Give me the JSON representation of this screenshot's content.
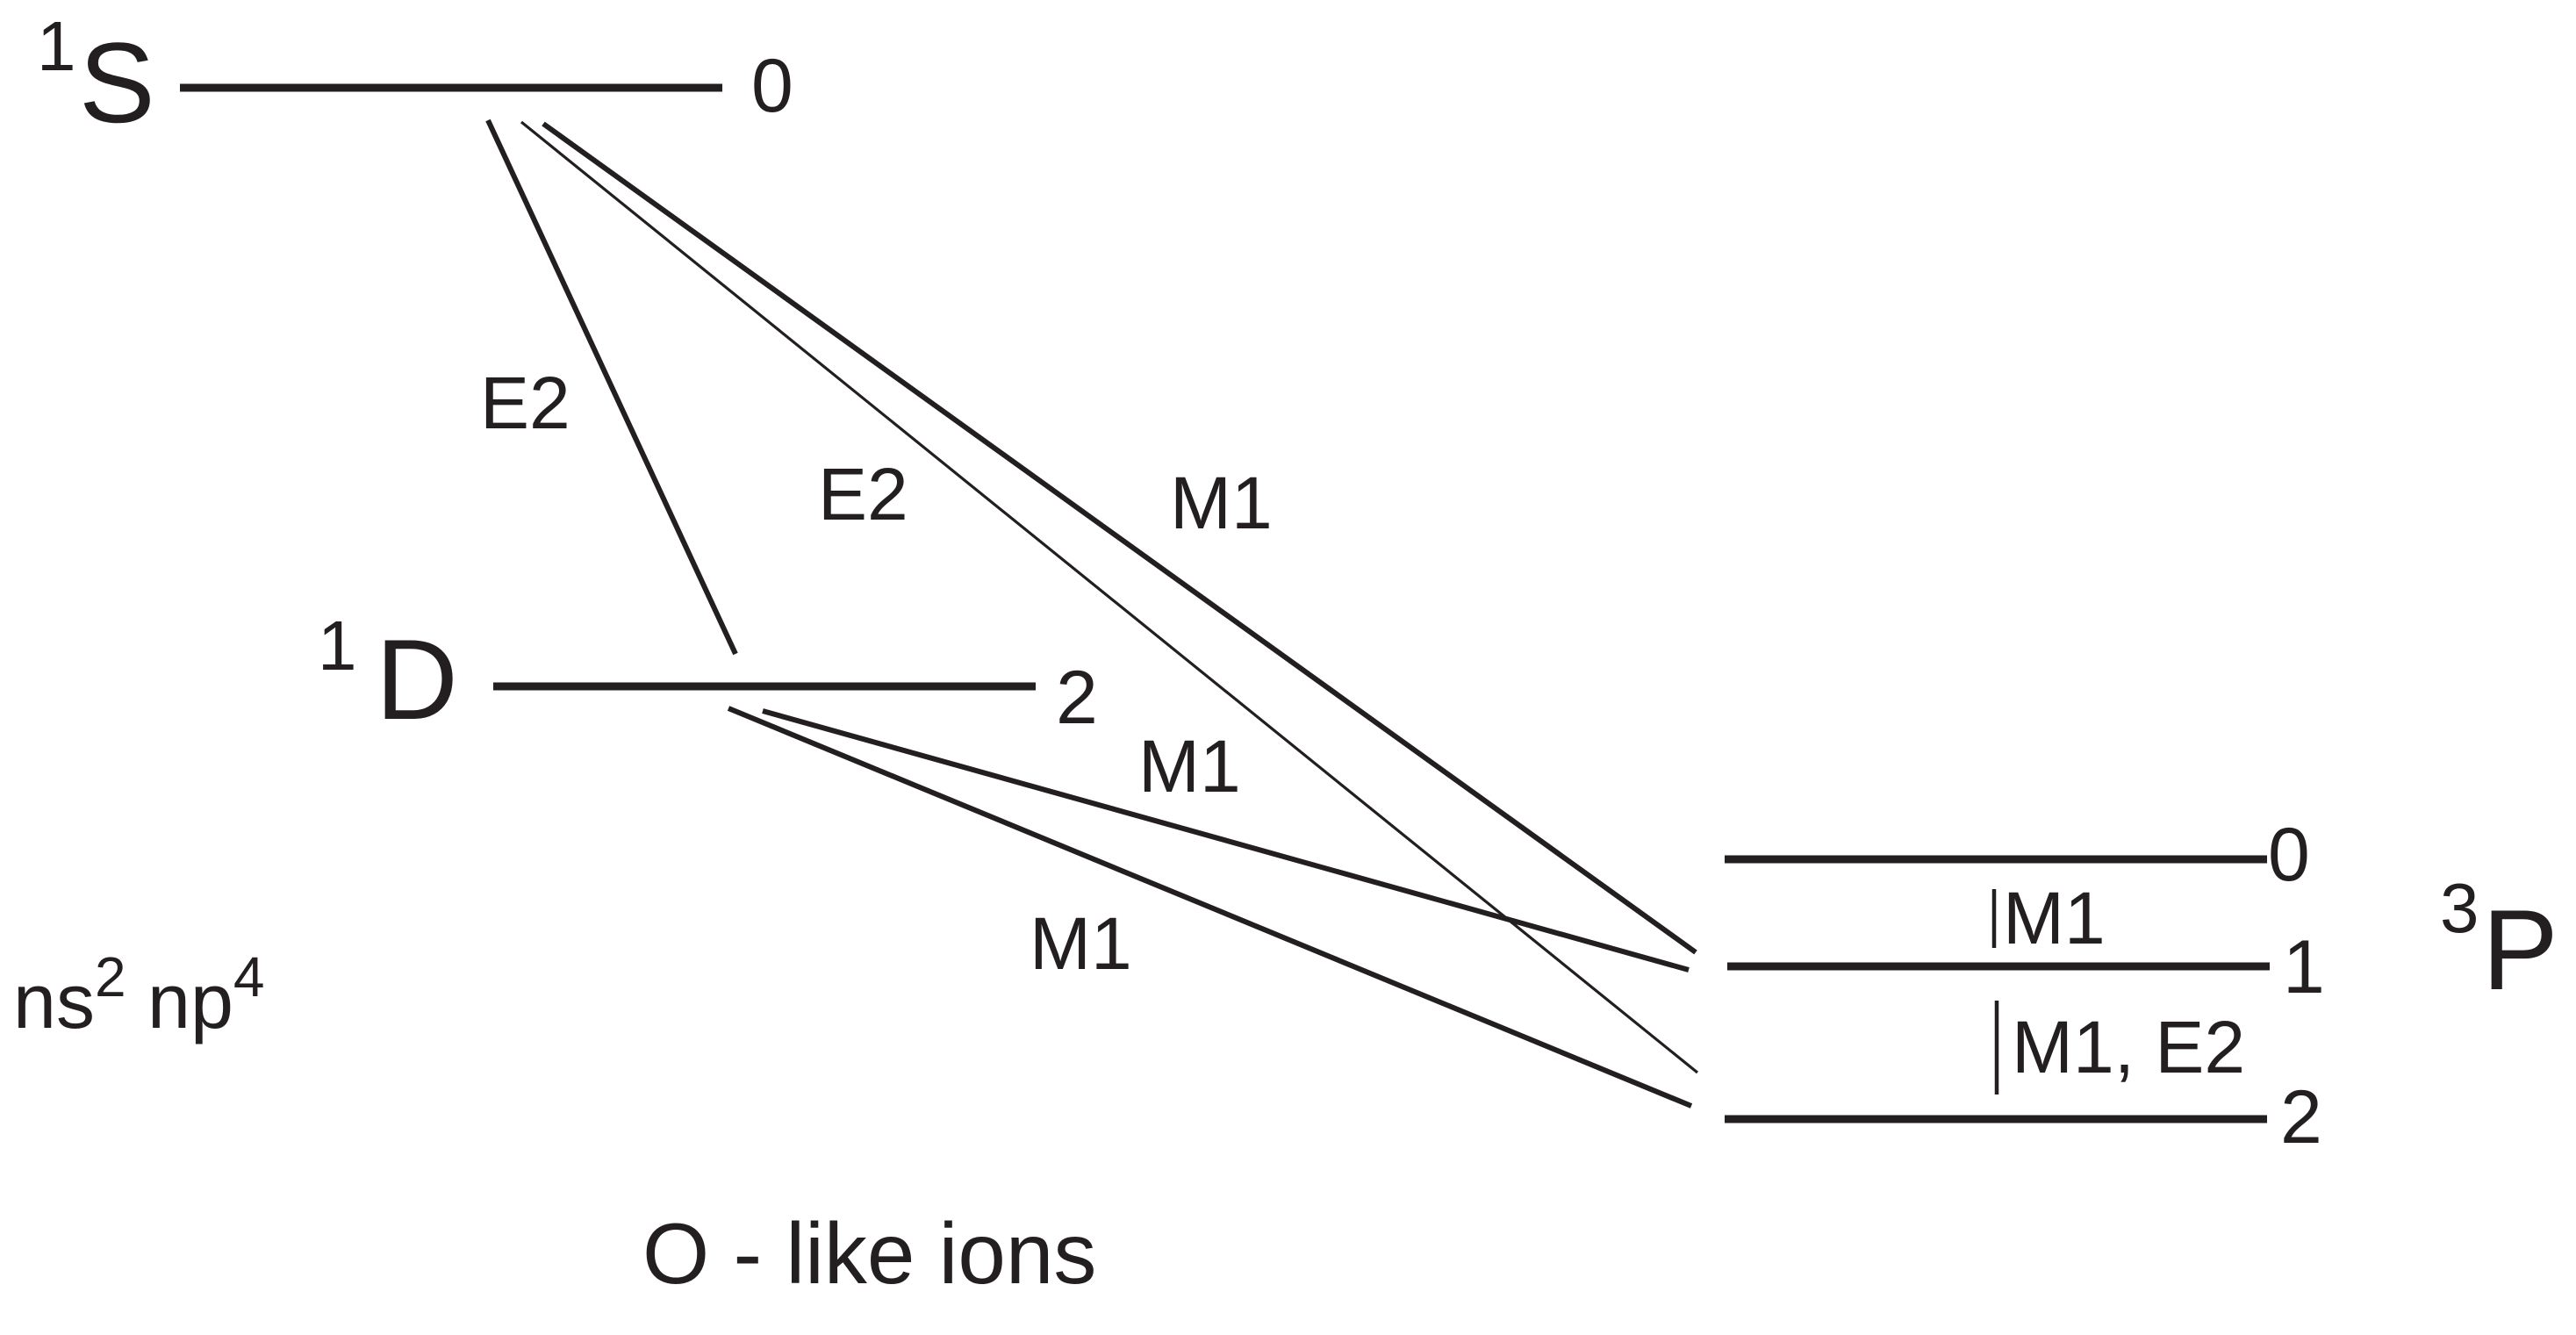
{
  "levels": {
    "s": {
      "letter": "S",
      "multiplicity": "1",
      "j": "0"
    },
    "d": {
      "letter": "D",
      "multiplicity": "1",
      "j": "2"
    },
    "p": {
      "letter": "P",
      "multiplicity": "3",
      "j0": "0",
      "j1": "1",
      "j2": "2"
    }
  },
  "transitions": {
    "s_to_d": "E2",
    "s_to_p2": "E2",
    "s_to_p1": "M1",
    "d_to_p1": "M1",
    "d_to_p2": "M1",
    "p0_to_p1": "M1",
    "p1_to_p2": "M1, E2"
  },
  "configuration": {
    "base": "ns",
    "exp1": "2",
    "mid": " np",
    "exp2": "4"
  },
  "caption": "O - like ions",
  "colors": {
    "ink": "#231f20",
    "background": "#ffffff"
  }
}
